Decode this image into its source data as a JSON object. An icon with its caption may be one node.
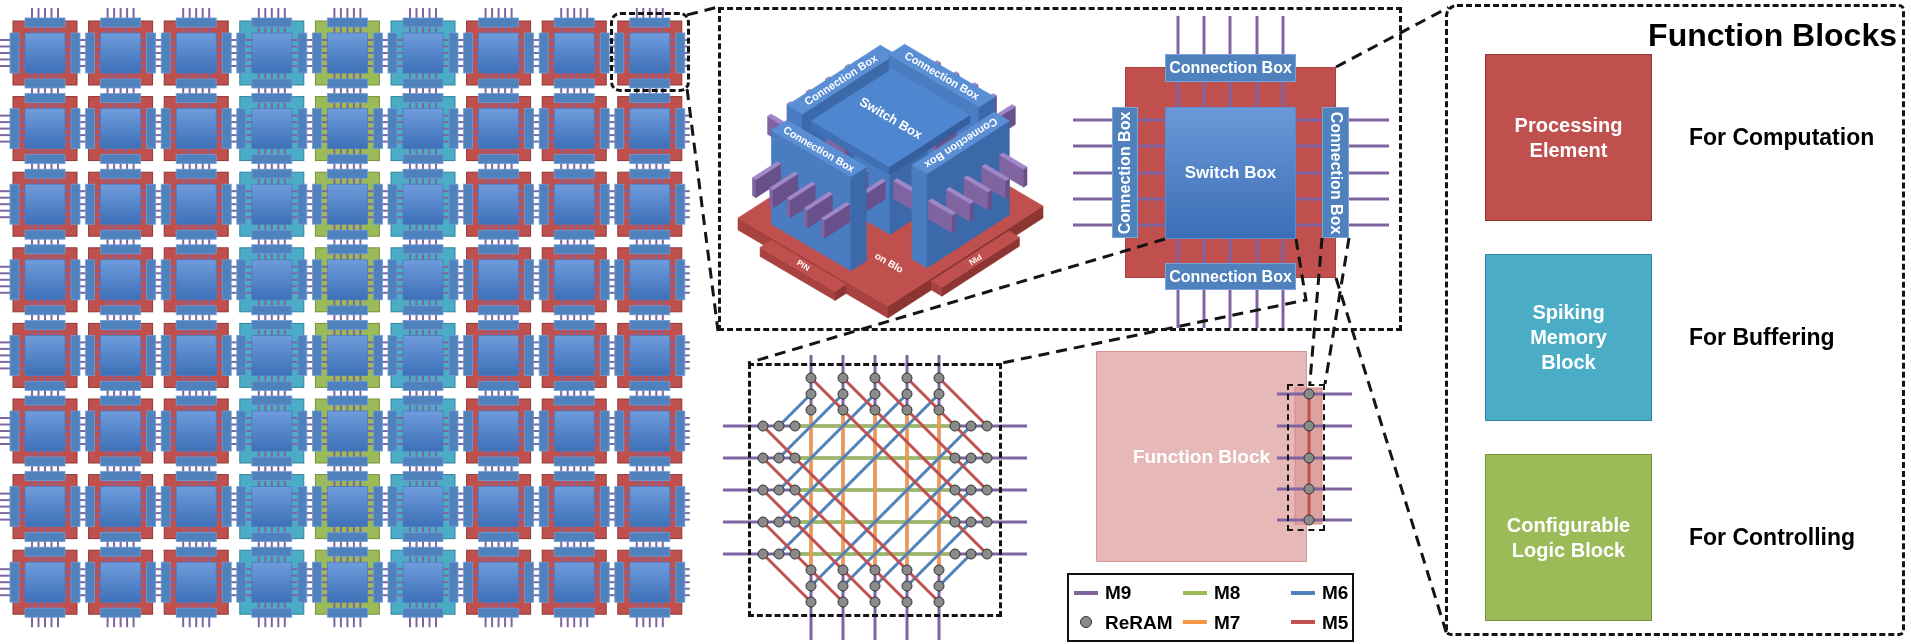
{
  "diagram": {
    "nodes": [
      {
        "text": [],
        "shape": "box"
      },
      {
        "text": [],
        "shape": "box"
      },
      {
        "text": [],
        "shape": "box",
        "in": 1
      },
      {
        "text": [
          "Connection Box"
        ],
        "in": 1
      },
      {
        "text": [
          "Connection Box"
        ],
        "in": 1
      },
      {
        "text": [
          "Switch Box"
        ],
        "in": 2
      },
      {
        "text": [
          "Connection Box"
        ],
        "in": 1
      },
      {
        "text": [
          "Connection Box"
        ],
        "in": 1
      },
      {
        "text": [],
        "shape": "box"
      },
      {
        "text": [
          "Function Block"
        ]
      },
      {
        "text": [],
        "shape": "box"
      },
      {
        "text": [
          "Function Blocks"
        ]
      },
      {
        "text": [
          "Processing Element"
        ],
        "in": 11,
        "beside": [
          "For Computation"
        ]
      },
      {
        "text": [
          "Spiking Memory Block"
        ],
        "in": 11,
        "beside": [
          "For Buffering"
        ]
      },
      {
        "text": [
          "Configurable Logic Block"
        ],
        "in": 11,
        "beside": [
          "For Controlling"
        ]
      }
    ],
    "edges": [
      {
        "from": 0,
        "to": 1,
        "arrow": "none",
        "style": "dashed"
      },
      {
        "from": 0,
        "to": 1,
        "arrow": "none",
        "style": "dashed"
      },
      {
        "from": 2,
        "to": 11,
        "arrow": "none",
        "style": "dashed"
      },
      {
        "from": 2,
        "to": 11,
        "arrow": "none",
        "style": "dashed"
      },
      {
        "from": 5,
        "to": 8,
        "arrow": "none",
        "style": "dashed"
      },
      {
        "from": 5,
        "to": 8,
        "arrow": "none",
        "style": "dashed"
      },
      {
        "from": 6,
        "to": 10,
        "arrow": "none",
        "style": "dashed"
      },
      {
        "from": 6,
        "to": 10,
        "arrow": "none",
        "style": "dashed"
      }
    ],
    "labels": [
      "Connection Box",
      "Connection Box",
      "Switch Box",
      "Connection Box",
      "Connection Box",
      "on Blo",
      "PIN",
      "PIN"
    ],
    "legend": [
      {
        "text": "M9",
        "color": "#8064a2"
      },
      {
        "text": "M8",
        "color": "#9bbb59"
      },
      {
        "text": "M6",
        "color": "#4f81bd"
      },
      {
        "text": "ReRAM"
      },
      {
        "text": "M7",
        "color": "#f79646"
      },
      {
        "text": "M5",
        "color": "#c0504d"
      }
    ]
  }
}
